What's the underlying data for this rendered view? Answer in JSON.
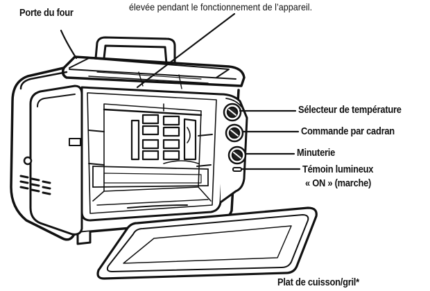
{
  "caption_top": "élevée pendant le fonctionnement de l’appareil.",
  "labels": {
    "door": "Porte du four",
    "temp_selector": "Sélecteur de température",
    "dial_control": "Commande par cadran",
    "timer": "Minuterie",
    "indicator_line1": "Témoin lumineux",
    "indicator_line2": "« ON » (marche)",
    "tray": "Plat de cuisson/gril*"
  }
}
